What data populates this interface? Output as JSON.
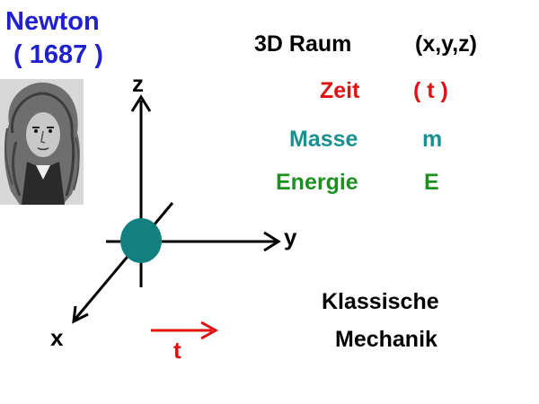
{
  "header": {
    "name": "Newton",
    "year": "( 1687 )"
  },
  "table": {
    "rows": [
      {
        "label": "3D Raum",
        "value": "(x,y,z)",
        "color": "#000000"
      },
      {
        "label": "Zeit",
        "value": "( t )",
        "color": "#e01010"
      },
      {
        "label": "Masse",
        "value": "m",
        "color": "#1a9090"
      },
      {
        "label": "Energie",
        "value": "E",
        "color": "#1e9020"
      }
    ]
  },
  "diagram": {
    "axis_labels": {
      "z": "z",
      "y": "y",
      "x": "x",
      "t": "t"
    },
    "mass_color": "#138080",
    "time_arrow_color": "#e01010"
  },
  "caption": {
    "line1": "Klassische",
    "line2": "Mechanik"
  }
}
